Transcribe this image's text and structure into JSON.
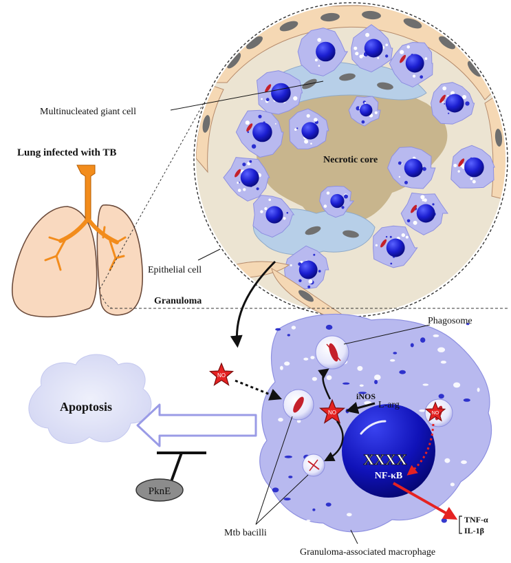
{
  "labels": {
    "lung_title": "Lung infected with TB",
    "giant_cell": "Multinucleated giant cell",
    "necrotic_core": "Necrotic core",
    "epithelial_cell": "Epithelial cell",
    "granuloma": "Granuloma",
    "phagosome": "Phagosome",
    "apoptosis": "Apoptosis",
    "inos": "iNOS",
    "larg": "L-arg",
    "no": "NO",
    "xxxx": "XXXX",
    "nfkb": "NF-κB",
    "tnf": "TNF-α",
    "il1b": "IL-1β",
    "pkne": "PknE",
    "mtb_bacilli": "Mtb bacilli",
    "macrophage": "Granuloma-associated macrophage"
  },
  "colors": {
    "lung_fill": "#f9d9bf",
    "lung_stroke": "#6b4a3a",
    "trachea": "#f28c1c",
    "granuloma_bg": "#ece4d2",
    "necrotic": "#c8b58d",
    "macrophage_body": "#b8b9ef",
    "macrophage_light": "#cdd0f6",
    "nucleus": "#1b1ed0",
    "giant_cell": "#b7cfe8",
    "epithelial": "#f5d8b4",
    "apoptosis_cloud": "#dde0f7",
    "arrow_outline": "#9a9be6",
    "star_red": "#e52222",
    "red_arrow": "#e52222"
  }
}
